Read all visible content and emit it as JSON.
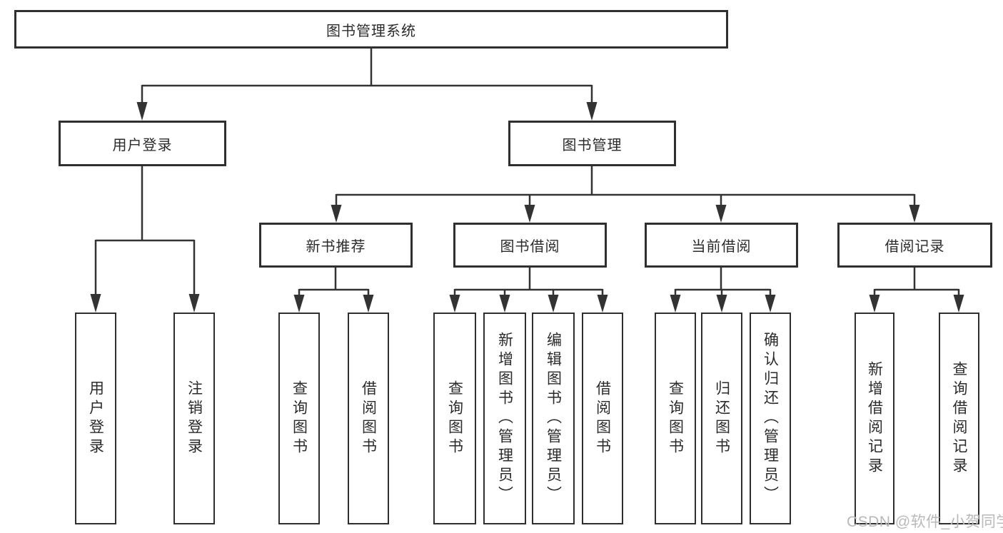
{
  "diagram": {
    "root": {
      "label": "图书管理系统"
    },
    "branches": {
      "user_login": {
        "label": "用户登录",
        "children": [
          "用户登录",
          "注销登录"
        ]
      },
      "book_management": {
        "label": "图书管理",
        "sections": {
          "new_book": {
            "label": "新书推荐",
            "children": [
              "查询图书",
              "借阅图书"
            ]
          },
          "borrowing": {
            "label": "图书借阅",
            "children": [
              "查询图书",
              "新增图书（管理员）",
              "编辑图书（管理员）",
              "借阅图书"
            ]
          },
          "current": {
            "label": "当前借阅",
            "children": [
              "查询图书",
              "归还图书",
              "确认归还（管理员）"
            ]
          },
          "records": {
            "label": "借阅记录",
            "children": [
              "新增借阅记录",
              "查询借阅记录"
            ]
          }
        }
      }
    }
  },
  "watermark": {
    "text": "CSDN @软件_小贺同学"
  },
  "colors": {
    "line": "#333333",
    "box_border": "#2f2f2f",
    "text": "#2b2b2b",
    "watermark": "#b9b9b9",
    "background": "#ffffff"
  }
}
